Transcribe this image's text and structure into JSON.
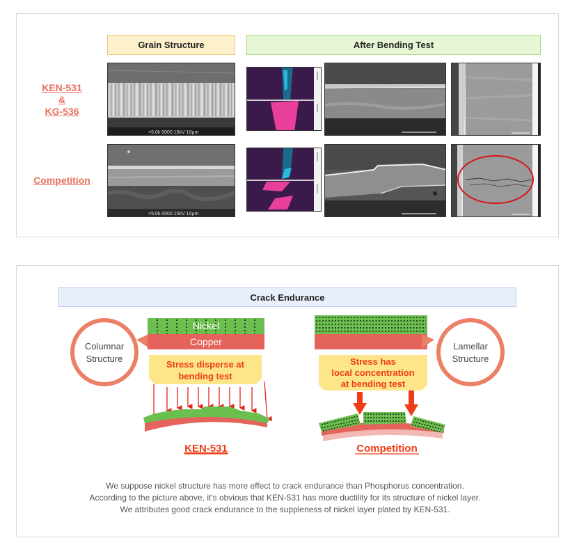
{
  "top": {
    "headers": {
      "grain": "Grain Structure",
      "bending": "After Bending Test"
    },
    "rows": [
      {
        "label_lines": [
          "KEN-531",
          "&",
          "KG-536"
        ]
      },
      {
        "label_lines": [
          "Competition"
        ]
      }
    ],
    "micrograph_scale_1": "×5.0k 0000 15kV 10μm",
    "micrograph_scale_2": "×5.0k 0000 15kV 10μm"
  },
  "bottom": {
    "title": "Crack Endurance",
    "left": {
      "circle_lines": [
        "Columnar",
        "Structure"
      ],
      "nickel": "Nickel",
      "copper": "Copper",
      "stress_lines": [
        "Stress disperse at",
        "bending test"
      ],
      "product": "KEN-531"
    },
    "right": {
      "circle_lines": [
        "Lamellar",
        "Structure"
      ],
      "stress_lines": [
        "Stress has",
        "local concentration",
        "at bending test"
      ],
      "product": "Competition"
    },
    "caption_lines": [
      "We suppose nickel structure has more effect to crack endurance than Phosphorus concentration.",
      "According to the picture above, it's obvious that KEN-531 has more ductility for its structure of nickel layer.",
      "We attributes good crack endurance to the suppleness of nickel layer plated by KEN-531."
    ]
  },
  "colors": {
    "accent": "#e8705d",
    "grain_header_bg": "#fdf2cc",
    "bending_header_bg": "#e7f7d5",
    "crack_header_bg": "#e9f0fc",
    "nickel_green": "#6bbf4e",
    "copper_red": "#e4635a",
    "stress_yellow": "#fde68a",
    "stress_text": "#f03c14"
  }
}
